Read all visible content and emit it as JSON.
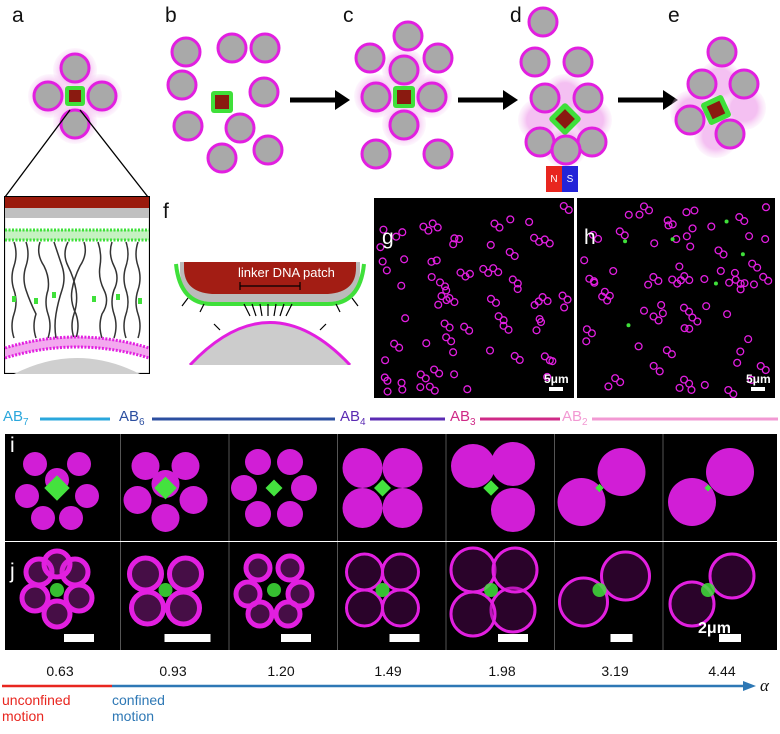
{
  "panels": {
    "a": "a",
    "b": "b",
    "c": "c",
    "d": "d",
    "e": "e",
    "f": "f",
    "g": "g",
    "h": "h",
    "i": "i",
    "j": "j"
  },
  "magnet": {
    "north": "N",
    "south": "S"
  },
  "f_label": "linker DNA patch",
  "scale_bars": {
    "g": "5μm",
    "h": "5μm",
    "j": "2μm"
  },
  "clusters": [
    {
      "base": "AB",
      "sub": "7",
      "color": "#2aa7dc"
    },
    {
      "base": "AB",
      "sub": "6",
      "color": "#2c4fa0"
    },
    {
      "base": "AB",
      "sub": "4",
      "color": "#5b2bb3"
    },
    {
      "base": "AB",
      "sub": "3",
      "color": "#cf2a87"
    },
    {
      "base": "AB",
      "sub": "2",
      "color": "#f299d3"
    }
  ],
  "alpha_values": [
    "0.63",
    "0.93",
    "1.20",
    "1.49",
    "1.98",
    "3.19",
    "4.44"
  ],
  "alpha_symbol": "α",
  "motion": {
    "unconfined": [
      "unconfined",
      "motion"
    ],
    "confined": [
      "confined",
      "motion"
    ]
  },
  "colors": {
    "magenta": "#e21fe0",
    "green": "#3fe03a",
    "gray": "#a9a9a9",
    "brown": "#8a1a10",
    "red": "#e8261f",
    "blue": "#2e78b5"
  }
}
